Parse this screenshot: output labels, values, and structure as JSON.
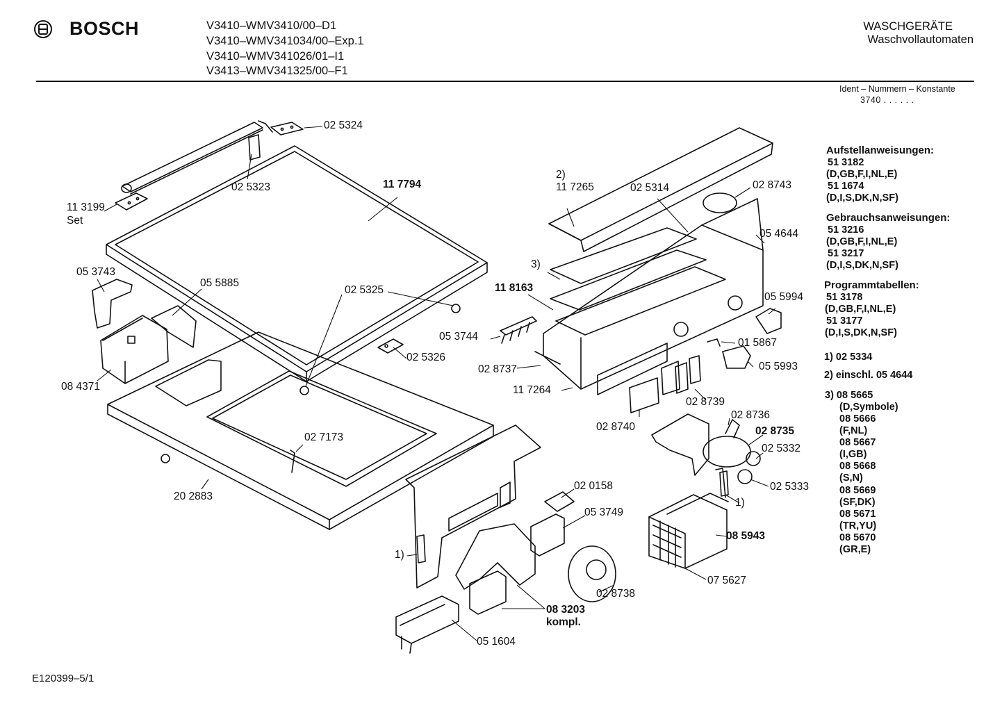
{
  "header": {
    "brand": "BOSCH",
    "models": [
      "V3410–WMV3410/00–D1",
      "V3410–WMV341034/00–Exp.1",
      "V3410–WMV341026/01–I1",
      "V3413–WMV341325/00–F1"
    ],
    "category": "WASCHGERÄTE",
    "subcategory": "Waschvollautomaten",
    "ident_title": "Ident – Nummern – Konstante",
    "ident_value": "3740 . . . . . ."
  },
  "callouts": {
    "c025324": "02 5324",
    "c025323": "02 5323",
    "c113199": "11 3199",
    "c113199_set": "Set",
    "c117794": "11 7794",
    "c053743": "05 3743",
    "c055885": "05 5885",
    "c025325": "02 5325",
    "c025326": "02 5326",
    "c084371": "08 4371",
    "c027173": "02 7173",
    "c202883": "20 2883",
    "c117265_note": "2)",
    "c117265": "11 7265",
    "c025314": "02 5314",
    "c028743": "02 8743",
    "c054644": "05 4644",
    "c3note": "3)",
    "c118163": "11 8163",
    "c053744": "05 3744",
    "c028737": "02 8737",
    "c117264": "11 7264",
    "c055994": "05 5994",
    "c015867": "01 5867",
    "c055993": "05 5993",
    "c028740": "02 8740",
    "c028739": "02 8739",
    "c028736": "02 8736",
    "c028735": "02 8735",
    "c025332": "02 5332",
    "c025333": "02 5333",
    "c1note_right": "1)",
    "c020158": "02 0158",
    "c053749": "05 3749",
    "c085943": "08 5943",
    "c075627": "07 5627",
    "c028738": "02 8738",
    "c1note_left": "1)",
    "c083203": "08 3203",
    "c083203_sub": "kompl.",
    "c051604": "05 1604"
  },
  "side_panel": {
    "aufstell_title": "Aufstellanweisungen:",
    "aufstell_items": [
      "51 3182",
      "(D,GB,F,I,NL,E)",
      "51 1674",
      "(D,I,S,DK,N,SF)"
    ],
    "gebrauch_title": "Gebrauchsanweisungen:",
    "gebrauch_items": [
      "51 3216",
      "(D,GB,F,I,NL,E)",
      "51 3217",
      "(D,I,S,DK,N,SF)"
    ],
    "programm_title": "Programmtabellen:",
    "programm_items": [
      "51 3178",
      "(D,GB,F,I,NL,E)",
      "51 3177",
      "(D,I,S,DK,N,SF)"
    ],
    "note1": "1)  02 5334",
    "note2": "2)  einschl. 05 4644",
    "note3_items": [
      "3) 08 5665",
      "(D,Symbole)",
      "08 5666",
      "(F,NL)",
      "08 5667",
      "(I,GB)",
      "08 5668",
      "(S,N)",
      "08 5669",
      "(SF,DK)",
      "08 5671",
      "(TR,YU)",
      "08 5670",
      "(GR,E)"
    ]
  },
  "footer": {
    "code": "E120399–5/1"
  }
}
